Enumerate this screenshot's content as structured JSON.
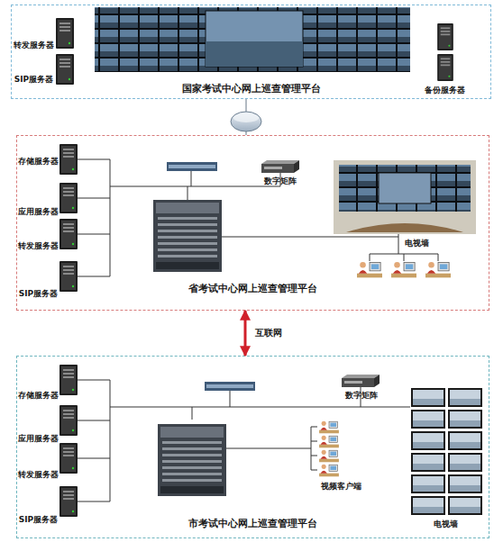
{
  "diagram": {
    "nodes": [
      {
        "text": [
          "国家考试中心网上巡查管理平台"
        ]
      },
      {
        "text": [
          "转发服务器"
        ],
        "in": 0
      },
      {
        "text": [
          "SIP服务器"
        ],
        "in": 0
      },
      {
        "text": [
          "备份服务器"
        ],
        "in": 0
      },
      {
        "text": [
          "省考试中心网上巡查管理平台"
        ]
      },
      {
        "text": [
          "存储服务器"
        ],
        "in": 4
      },
      {
        "text": [
          "应用服务器"
        ],
        "in": 4
      },
      {
        "text": [
          "转发服务器"
        ],
        "in": 4
      },
      {
        "text": [
          "SIP服务器"
        ],
        "in": 4
      },
      {
        "text": [
          "数字矩阵"
        ],
        "in": 4
      },
      {
        "text": [
          "电视墙"
        ],
        "in": 4
      },
      {
        "text": [
          "市考试中心网上巡查管理平台"
        ]
      },
      {
        "text": [
          "存储服务器"
        ],
        "in": 11
      },
      {
        "text": [
          "应用服务器"
        ],
        "in": 11
      },
      {
        "text": [
          "转发服务器"
        ],
        "in": 11
      },
      {
        "text": [
          "SIP服务器"
        ],
        "in": 11
      },
      {
        "text": [
          "数字矩阵"
        ],
        "in": 11
      },
      {
        "text": [
          "视频客户端"
        ],
        "in": 11
      },
      {
        "text": [
          "电视墙"
        ],
        "in": 11
      }
    ],
    "edges": [
      {
        "from": 0,
        "to": 4,
        "arrow": "none"
      },
      {
        "from": 4,
        "to": 11,
        "label": "互联网",
        "arrow": "both"
      }
    ]
  }
}
